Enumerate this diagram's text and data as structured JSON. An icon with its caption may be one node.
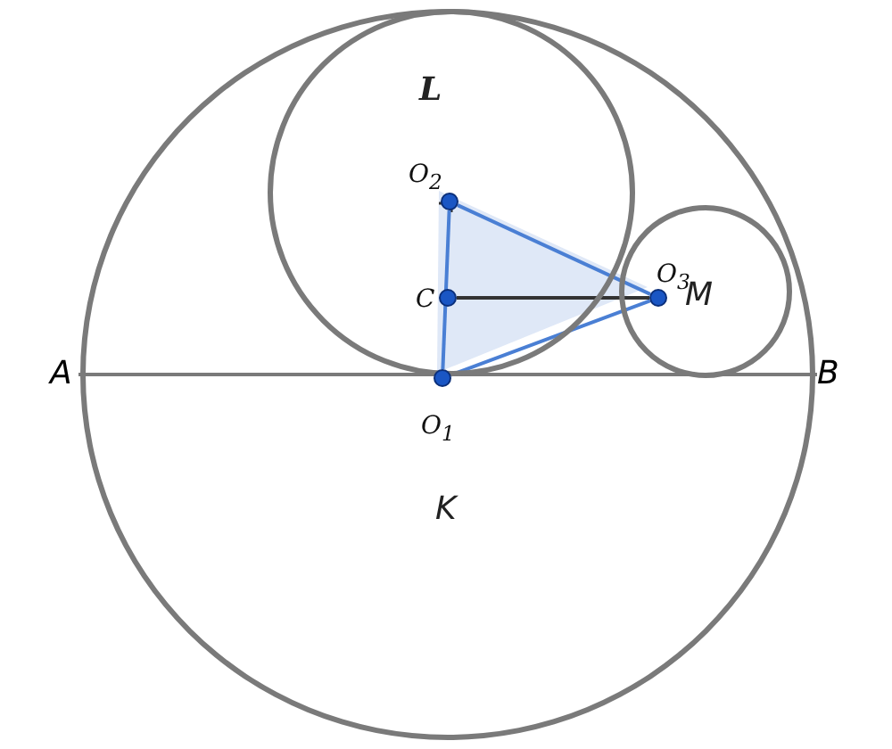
{
  "diagram": {
    "nodes": [
      {
        "text": [
          "K"
        ]
      },
      {
        "text": [
          "L"
        ],
        "in": 0
      },
      {
        "text": [
          "M"
        ],
        "in": 0
      },
      {
        "text": [
          "A"
        ]
      },
      {
        "text": [
          "B"
        ]
      },
      {
        "text": [],
        "shape": "circle",
        "beside": [
          "O$_{1}$"
        ],
        "in": 0
      },
      {
        "text": [],
        "shape": "circle",
        "beside": [
          "O$_{2}$"
        ],
        "in": 1
      },
      {
        "text": [],
        "shape": "circle",
        "beside": [
          "O$_{3}$"
        ],
        "in": 2
      },
      {
        "text": [],
        "shape": "circle",
        "beside": [
          "C"
        ],
        "in": 1
      }
    ],
    "edges": [
      {
        "from": 3,
        "to": 4,
        "arrow": "none",
        "color": "#7a7a7a"
      },
      {
        "from": 5,
        "to": 6,
        "arrow": "none"
      },
      {
        "from": 6,
        "to": 7,
        "arrow": "none"
      },
      {
        "from": 7,
        "to": 5,
        "arrow": "none"
      },
      {
        "from": 8,
        "to": 7,
        "arrow": "none",
        "color": "#333333"
      }
    ]
  }
}
